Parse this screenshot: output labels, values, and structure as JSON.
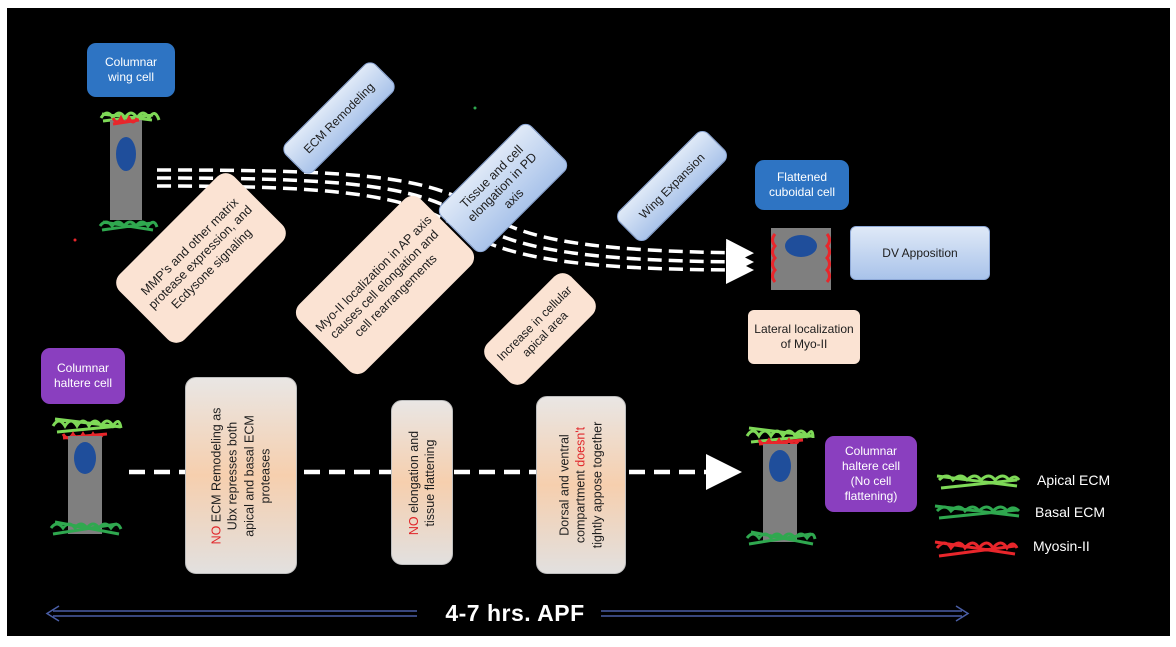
{
  "labels": {
    "columnar_wing_cell": "Columnar wing cell",
    "ecm_remodeling": "ECM Remodeling",
    "tissue_elongation": "Tissue and cell elongation in PD axis",
    "wing_expansion": "Wing Expansion",
    "flattened_cuboidal": "Flattened cuboidal cell",
    "dv_apposition": "DV Apposition",
    "mmps": "MMP's and other matrix protease expression, and Ecdysone signaling",
    "myo_localization": "Myo-II localization in AP axis causes cell elongation and cell rearrangements",
    "apical_area": "Increase in cellular apical area",
    "lateral_myo": "Lateral localization of Myo-II",
    "columnar_haltere_cell": "Columnar haltere cell",
    "no_ecm_prefix": "NO",
    "no_ecm_line1": " ECM Remodeling as",
    "no_ecm_line2": "Ubx represses both",
    "no_ecm_line3": "apical and basal ECM",
    "no_ecm_line4": "proteases",
    "no_elong_prefix": "NO",
    "no_elong_line1": " elongation and",
    "no_elong_line2": "tissue flattening",
    "dorsal_line1": "Dorsal and ventral",
    "dorsal_line2a": "compartment ",
    "dorsal_line2b": "doesn't",
    "dorsal_line3": "tightly appose together",
    "columnar_haltere_no_flat": "Columnar haltere cell (No cell flattening)",
    "timeline": "4-7 hrs. APF"
  },
  "legend": [
    {
      "label": "Apical ECM",
      "color": "#7ed957"
    },
    {
      "label": "Basal ECM",
      "color": "#2fa84f"
    },
    {
      "label": "Myosin-II",
      "color": "#e8262b"
    }
  ],
  "colors": {
    "cell_body": "#7f7f7f",
    "nucleus": "#1f4e9b",
    "apical_ecm": "#7ed957",
    "basal_ecm": "#2fa84f",
    "myosin": "#e8262b"
  }
}
